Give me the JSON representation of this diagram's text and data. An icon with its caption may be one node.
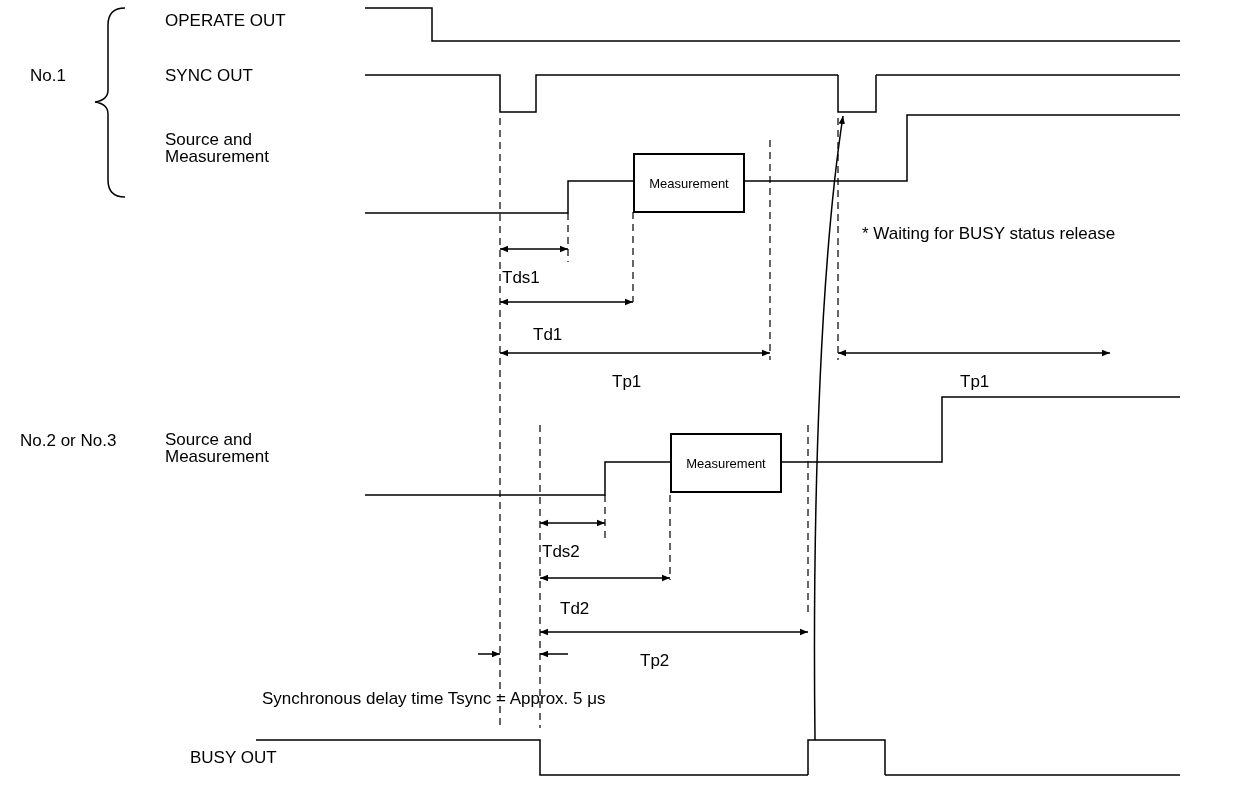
{
  "diagram": {
    "nodes": [
      {
        "text": [
          "Measurement"
        ]
      },
      {
        "text": [
          "Measurement"
        ]
      },
      {
        "text": [],
        "shape": "waveform"
      },
      {
        "text": [],
        "shape": "waveform"
      }
    ],
    "edges": [
      {
        "from": 3,
        "to": 2,
        "arrow": "to"
      }
    ],
    "labels": [
      "OPERATE OUT",
      "No.1",
      "SYNC OUT",
      "Source and Measurement",
      "* Waiting for BUSY status release",
      "Tds1",
      "Td1",
      "Tp1",
      "Tp1",
      "No.2 or No.3",
      "Source and Measurement",
      "Tds2",
      "Td2",
      "Tp2",
      "Synchronous delay time Tsync = Approx. 5 μs",
      "BUSY OUT"
    ]
  }
}
